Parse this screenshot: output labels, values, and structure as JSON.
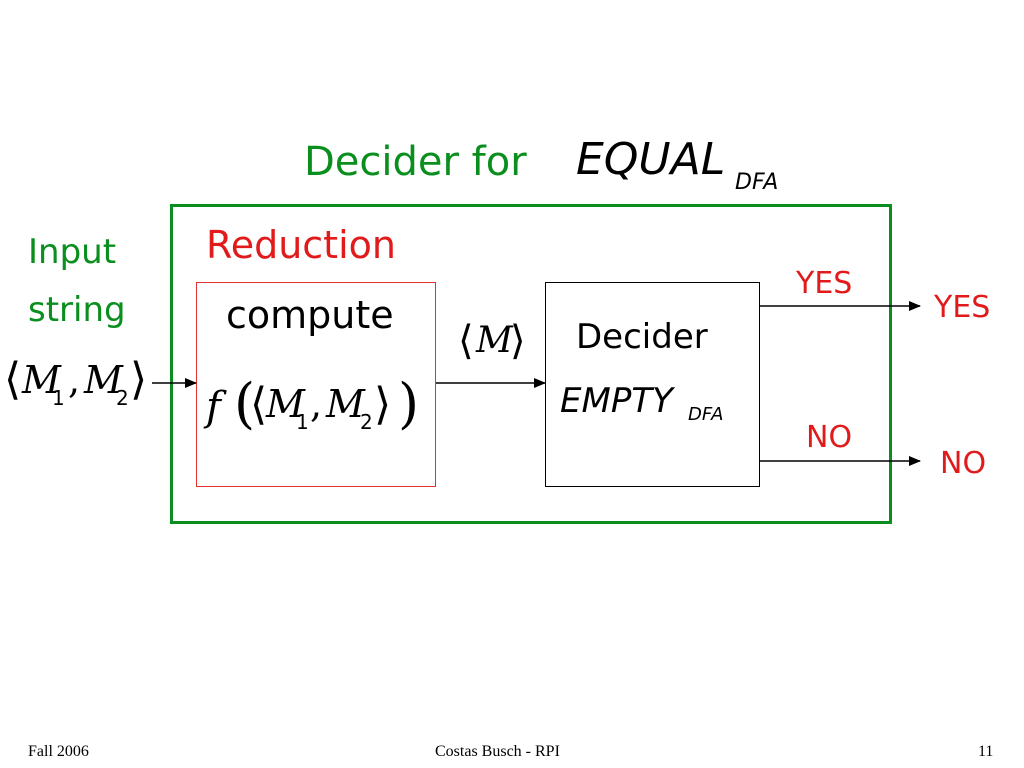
{
  "title": {
    "prefix": "Decider for",
    "math": "EQUAL",
    "subscript": "DFA"
  },
  "input": {
    "label_line1": "Input",
    "label_line2": "string",
    "expr": {
      "left_angle": "⟨",
      "m1": "M",
      "sub1": "1",
      "comma": ",",
      "m2": "M",
      "sub2": "2",
      "right_angle": "⟩"
    }
  },
  "reduction": {
    "label": "Reduction",
    "compute_label": "compute",
    "f": "f",
    "lparen": "(",
    "left_angle": "⟨",
    "m1": "M",
    "sub1": "1",
    "comma": ",",
    "m2": "M",
    "sub2": "2",
    "right_angle": "⟩",
    "rparen": ")"
  },
  "intermediate": {
    "left_angle": "⟨",
    "m": "M",
    "right_angle": "⟩"
  },
  "decider": {
    "label": "Decider",
    "math": "EMPTY",
    "subscript": "DFA"
  },
  "outputs": {
    "inner_yes": "YES",
    "inner_no": "NO",
    "outer_yes": "YES",
    "outer_no": "NO"
  },
  "colors": {
    "green": "#0a8f1f",
    "red": "#e11b1b"
  },
  "footer": {
    "left": "Fall 2006",
    "center": "Costas Busch - RPI",
    "right": "11"
  }
}
